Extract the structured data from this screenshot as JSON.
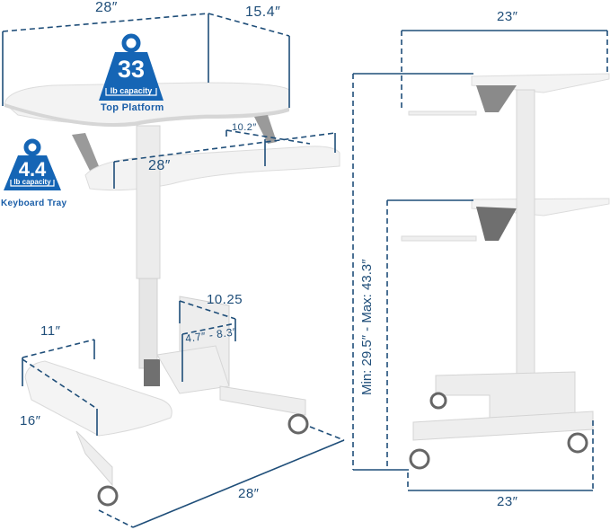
{
  "colors": {
    "dimension_line": "#1f4e79",
    "badge_blue": "#1565b5",
    "badge_text": "#1a5ea8",
    "desk_white": "#f2f2f2",
    "frame_gray": "#d9d9d9",
    "bracket_gray": "#8a8a8a"
  },
  "left_view": {
    "top_platform": {
      "width": "28″",
      "depth": "15.4″",
      "capacity_badge": {
        "value": "33",
        "unit": "lb capacity",
        "label": "Top Platform",
        "icon": "weight-icon"
      }
    },
    "keyboard_tray": {
      "width": "28″",
      "depth": "10.2″",
      "capacity_badge": {
        "value": "4.4",
        "unit": "lb capacity",
        "label": "Keyboard Tray",
        "icon": "weight-icon"
      }
    },
    "cpu_holder": {
      "length": "10.25",
      "adjust_range": "4.7″ - 8.3″"
    },
    "foot_platform": {
      "width": "11″",
      "depth": "16″"
    },
    "base": {
      "width": "28″"
    }
  },
  "right_view": {
    "top_depth": "23″",
    "height_range": "Min: 29.5″ - Max: 43.3″",
    "base_depth": "23″"
  }
}
